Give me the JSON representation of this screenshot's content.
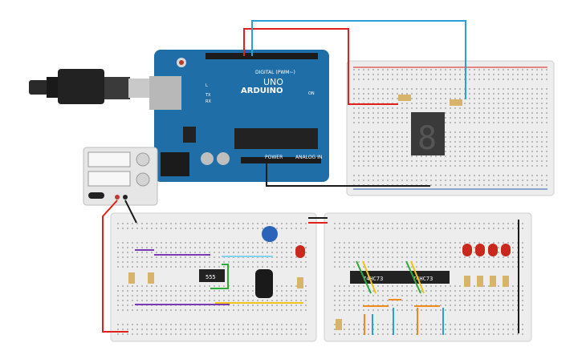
{
  "arduino": {
    "logo": "ARDUINO",
    "model": "UNO",
    "digital_label": "DIGITAL (PWM~)",
    "power_label": "POWER",
    "analog_label": "ANALOG IN",
    "on_label": "ON",
    "tx_label": "TX",
    "rx_label": "RX",
    "l_label": "L",
    "color": "#1f6ea8"
  },
  "power_supply": {
    "color": "#e6e6e6"
  },
  "seven_segment": {
    "digit": "8",
    "off_color": "#4a4a4a"
  },
  "chips": {
    "timer": "555",
    "flipflop_a": "74HC73",
    "flipflop_b": "74HC73"
  },
  "wire_colors": {
    "red": "#e0201b",
    "blue": "#2aa1d6",
    "black": "#1a1a1a",
    "purple": "#7a3ab8",
    "yellow": "#f0c419",
    "green": "#2eaa3b",
    "orange": "#f08a1c",
    "lightblue": "#7fd3f0"
  },
  "led_color": "#c8281e"
}
